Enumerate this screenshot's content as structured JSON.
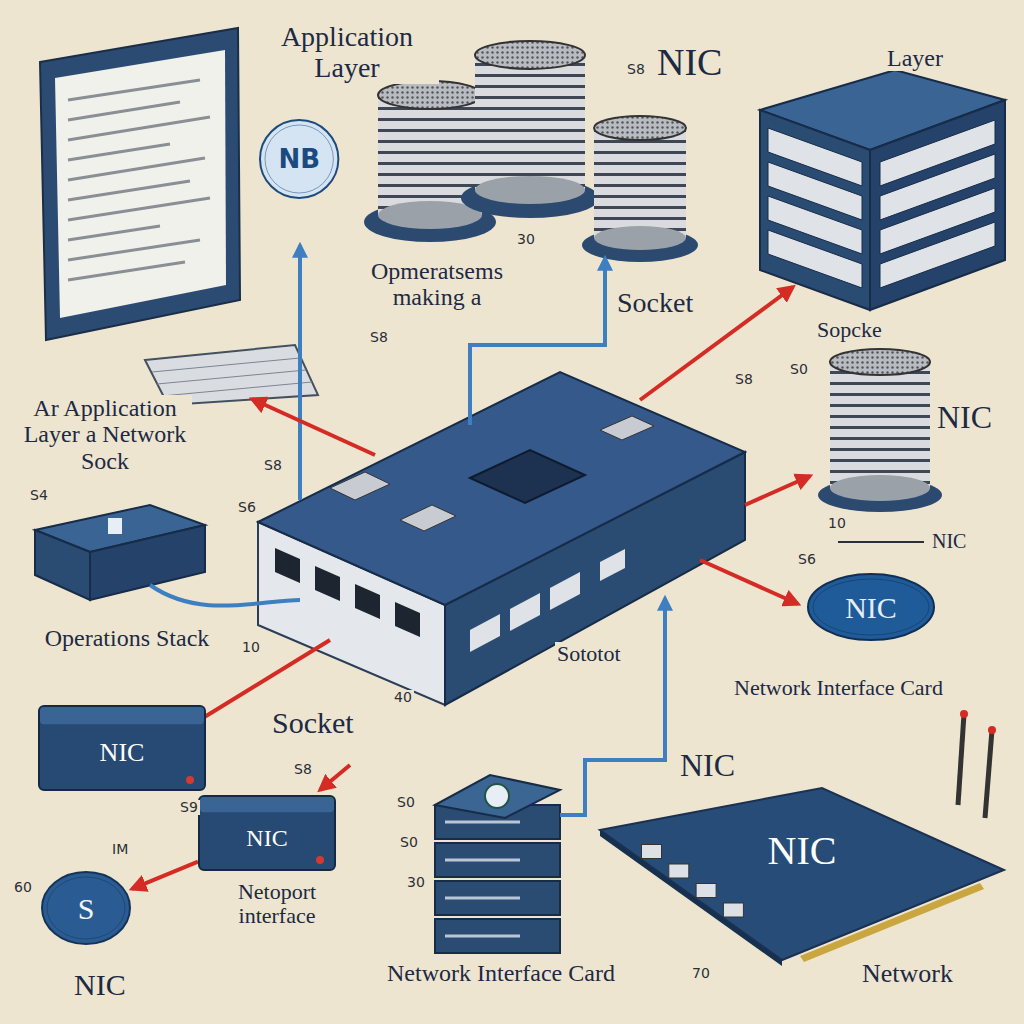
{
  "diagram": {
    "nodes": [
      {
        "text": [
          "NB"
        ]
      },
      {
        "text": [
          "NIC"
        ]
      },
      {
        "text": [
          "NIC"
        ]
      },
      {
        "text": [
          "NIC"
        ]
      },
      {
        "text": [
          "NIC"
        ]
      },
      {
        "text": [
          "S"
        ]
      }
    ],
    "edges": [
      {
        "from": 3,
        "to": 5,
        "arrow": "to"
      }
    ],
    "labels": [
      "Application Layer",
      "NIC",
      "Layer",
      "Opmeratsems making a",
      "Socket",
      "Sopcke",
      "NIC",
      "Ar Application Layer a Network Sock",
      "NIC",
      "Network Interface Card",
      "Operations Stack",
      "Socket",
      "Sototot",
      "NIC",
      "Netoport interface",
      "NIC",
      "Network Interface Card",
      "Network",
      "S8",
      "30",
      "S8",
      "S8",
      "S0",
      "S8",
      "S6",
      "S4",
      "10",
      "S6",
      "10",
      "40",
      "S8",
      "S9",
      "S0",
      "S0",
      "60",
      "IM",
      "30",
      "70"
    ]
  }
}
